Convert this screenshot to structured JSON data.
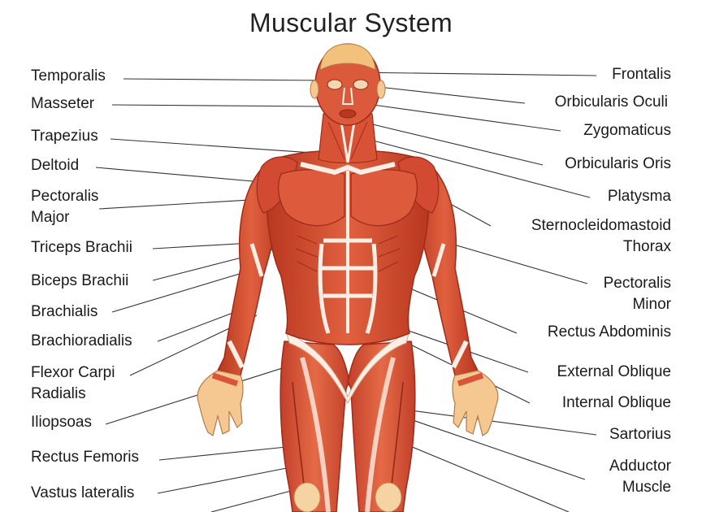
{
  "title": "Muscular System",
  "labels": {
    "temporalis": "Temporalis",
    "masseter": "Masseter",
    "trapezius": "Trapezius",
    "deltoid": "Deltoid",
    "pectoralis_major": [
      "Pectoralis",
      "Major"
    ],
    "triceps_brachii": "Triceps Brachii",
    "biceps_brachii": "Biceps Brachii",
    "brachialis": "Brachialis",
    "brachioradialis": "Brachioradialis",
    "flexor_carpi_radialis": [
      "Flexor Carpi",
      "Radialis"
    ],
    "iliopsoas": "Iliopsoas",
    "rectus_femoris": "Rectus Femoris",
    "vastus_lateralis": "Vastus lateralis",
    "frontalis": "Frontalis",
    "orbicularis_oculi": "Orbicularis Oculi",
    "zygomaticus": "Zygomaticus",
    "orbicularis_oris": "Orbicularis Oris",
    "platysma": "Platysma",
    "sternocleidomastoid": "Sternocleidomastoid",
    "thorax": "Thorax",
    "pectoralis_minor": [
      "Pectoralis",
      "Minor"
    ],
    "rectus_abdominis": "Rectus Abdominis",
    "external_oblique": "External Oblique",
    "internal_oblique": "Internal Oblique",
    "sartorius": "Sartorius",
    "adductor_muscle": [
      "Adductor",
      "Muscle"
    ]
  },
  "colors": {
    "muscle": "#d9543a",
    "muscle_dark": "#a92f1e",
    "muscle_light": "#ef8a66",
    "tendon": "#fbeee4",
    "skin": "#f4c890",
    "leader_line": "#333333"
  }
}
